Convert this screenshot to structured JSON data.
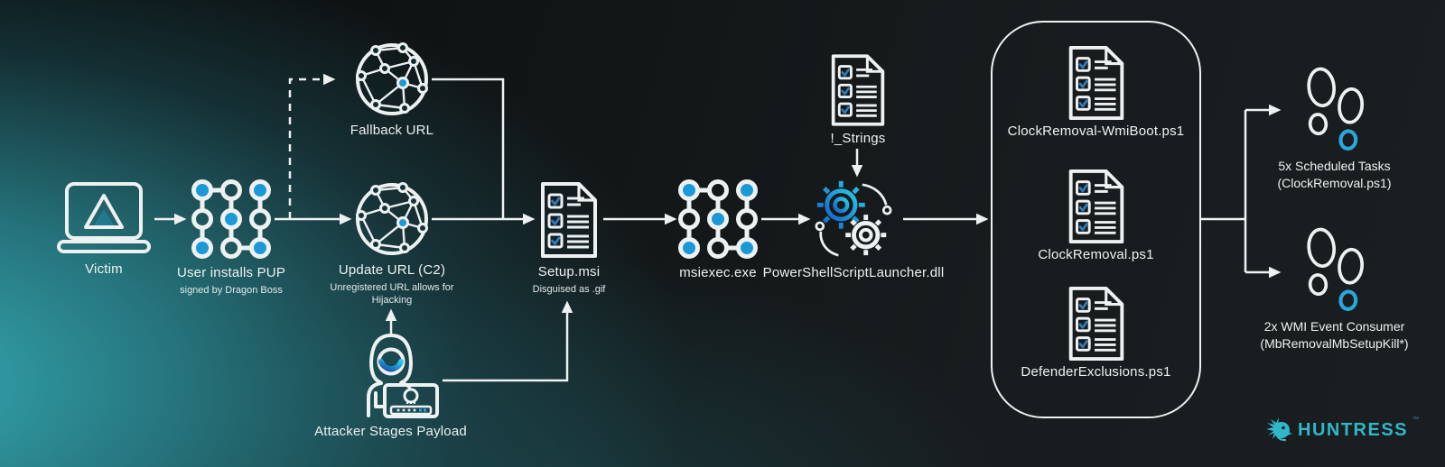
{
  "colors": {
    "accent_blue": "#1b99d6",
    "check_blue": "#2e7cb8",
    "line_white": "#edf1f1",
    "logo_teal": "#31b7c7",
    "bg_teal_glow": "#39bac5"
  },
  "nodes": {
    "victim": {
      "label": "Victim"
    },
    "pup": {
      "label": "User installs PUP",
      "sublabel": "signed by Dragon Boss"
    },
    "fallback_url": {
      "label": "Fallback URL"
    },
    "update_url": {
      "label": "Update URL (C2)",
      "sublabel": "Unregistered URL allows for Hijacking"
    },
    "attacker": {
      "label": "Attacker Stages Payload"
    },
    "setup_msi": {
      "label": "Setup.msi",
      "sublabel": "Disguised as .gif"
    },
    "msiexec": {
      "label": "msiexec.exe"
    },
    "strings": {
      "label": "!_Strings"
    },
    "launcher": {
      "label": "PowerShellScriptLauncher.dll"
    },
    "scripts": [
      {
        "label": "ClockRemoval-WmiBoot.ps1"
      },
      {
        "label": "ClockRemoval.ps1"
      },
      {
        "label": "DefenderExclusions.ps1"
      }
    ],
    "scheduled_tasks": {
      "label": "5x Scheduled Tasks",
      "sublabel": "(ClockRemoval.ps1)"
    },
    "wmi_consumer": {
      "label": "2x WMI Event Consumer",
      "sublabel": "(MbRemovalMbSetupKill*)"
    }
  },
  "logo": {
    "text": "HUNTRESS",
    "trademark": "™"
  }
}
